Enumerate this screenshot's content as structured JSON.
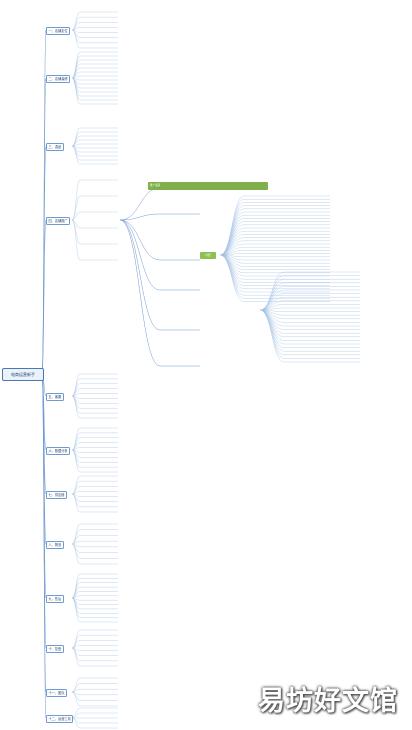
{
  "root": {
    "label": "电商运营新手"
  },
  "branches": [
    {
      "id": "b1",
      "label": "一、店铺定位"
    },
    {
      "id": "b2",
      "label": "二、店铺装修"
    },
    {
      "id": "b3",
      "label": "三、选品"
    },
    {
      "id": "b4",
      "label": "四、店铺推广"
    },
    {
      "id": "b5",
      "label": "五、客服"
    },
    {
      "id": "b6",
      "label": "六、数据分析"
    },
    {
      "id": "b7",
      "label": "七、供应链"
    },
    {
      "id": "b8",
      "label": "八、物流"
    },
    {
      "id": "b9",
      "label": "九、售后"
    },
    {
      "id": "b10",
      "label": "十、复盘"
    },
    {
      "id": "b11",
      "label": "十一、团队"
    },
    {
      "id": "b12",
      "label": "十二、运营工具"
    }
  ],
  "highlight": {
    "label": "推广渠道"
  },
  "tag": {
    "label": "付费"
  },
  "watermark": {
    "text": "易坊好文馆"
  },
  "colors": {
    "line": "#6f9ad1",
    "highlight": "#7fb04a",
    "tag": "#8cc152"
  }
}
